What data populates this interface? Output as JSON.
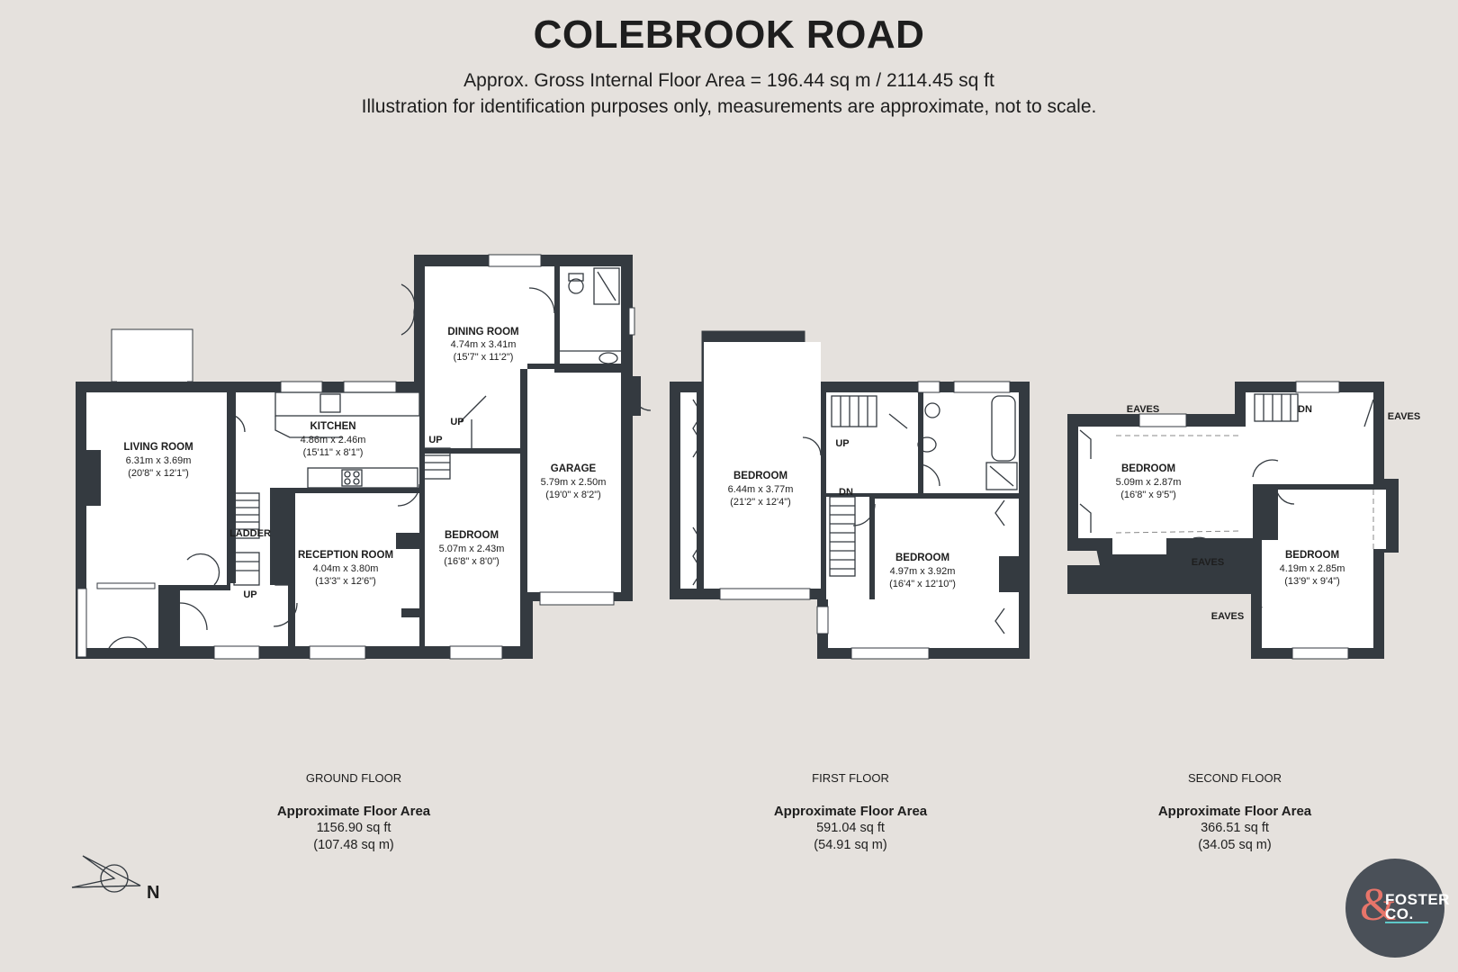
{
  "header": {
    "title": "COLEBROOK ROAD",
    "area_line": "Approx. Gross Internal Floor Area = 196.44 sq m / 2114.45 sq ft",
    "disclaimer": "Illustration for identification purposes only, measurements are approximate, not to scale."
  },
  "ground_floor": {
    "rooms": [
      {
        "name": "LIVING ROOM",
        "dims_m": "6.31m x 3.69m",
        "dims_ft": "(20'8\" x 12'1\")"
      },
      {
        "name": "KITCHEN",
        "dims_m": "4.86m x 2.46m",
        "dims_ft": "(15'11\" x 8'1\")"
      },
      {
        "name": "DINING ROOM",
        "dims_m": "4.74m x 3.41m",
        "dims_ft": "(15'7\" x 11'2\")"
      },
      {
        "name": "GARAGE",
        "dims_m": "5.79m x 2.50m",
        "dims_ft": "(19'0\" x 8'2\")"
      },
      {
        "name": "RECEPTION ROOM",
        "dims_m": "4.04m x 3.80m",
        "dims_ft": "(13'3\" x 12'6\")"
      },
      {
        "name": "BEDROOM",
        "dims_m": "5.07m x 2.43m",
        "dims_ft": "(16'8\" x 8'0\")"
      }
    ],
    "labels": {
      "ladder": "LADDER",
      "up1": "UP",
      "up2": "UP",
      "up3": "UP"
    },
    "summary": {
      "floor": "GROUND FLOOR",
      "title": "Approximate Floor Area",
      "sqft": "1156.90 sq ft",
      "sqm": "(107.48 sq m)"
    }
  },
  "first_floor": {
    "rooms": [
      {
        "name": "BEDROOM",
        "dims_m": "6.44m x 3.77m",
        "dims_ft": "(21'2\" x 12'4\")"
      },
      {
        "name": "BEDROOM",
        "dims_m": "4.97m x 3.92m",
        "dims_ft": "(16'4\" x 12'10\")"
      }
    ],
    "labels": {
      "up": "UP",
      "dn": "DN"
    },
    "summary": {
      "floor": "FIRST FLOOR",
      "title": "Approximate Floor Area",
      "sqft": "591.04 sq ft",
      "sqm": "(54.91 sq m)"
    }
  },
  "second_floor": {
    "rooms": [
      {
        "name": "BEDROOM",
        "dims_m": "5.09m x 2.87m",
        "dims_ft": "(16'8\" x 9'5\")"
      },
      {
        "name": "BEDROOM",
        "dims_m": "4.19m x 2.85m",
        "dims_ft": "(13'9\" x 9'4\")"
      }
    ],
    "labels": {
      "eaves1": "EAVES",
      "eaves2": "EAVES",
      "eaves3": "EAVES",
      "eaves4": "EAVES",
      "dn": "DN"
    },
    "summary": {
      "floor": "SECOND FLOOR",
      "title": "Approximate Floor Area",
      "sqft": "366.51 sq ft",
      "sqm": "(34.05 sq m)"
    }
  },
  "compass": {
    "label": "N",
    "icon": "compass-icon"
  },
  "logo": {
    "brand_line1": "FOSTER",
    "brand_line2": "CO.",
    "ampersand": "&",
    "accent": "#e8756a",
    "bg": "#4a5058"
  },
  "colors": {
    "background": "#e5e1dd",
    "walls": "#343a40",
    "rooms": "#ffffff"
  }
}
